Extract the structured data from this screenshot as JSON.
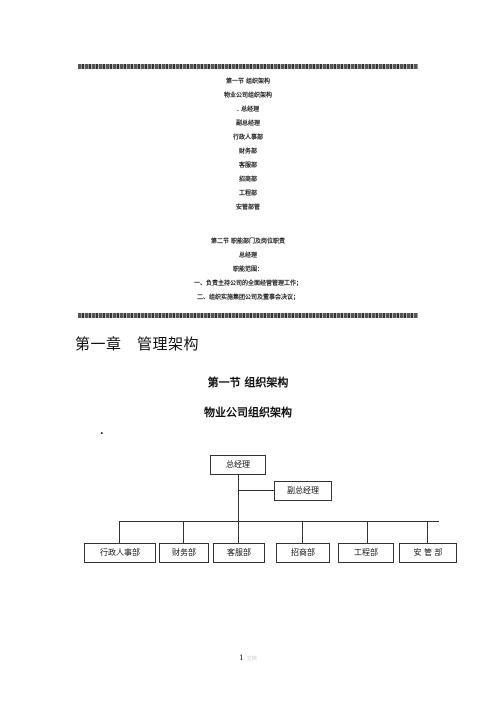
{
  "header_mark": "·",
  "toc": {
    "lines": [
      "第一节  组织架构",
      "物业公司组织架构",
      ". 总经理",
      "副总经理",
      "行政人事部",
      "财务部",
      "客服部",
      "招商部",
      "工程部",
      "安管部管"
    ],
    "lines2": [
      "第二节  职能部门及岗位职责",
      "总经理",
      "职能范围：",
      "一、负责主持公司的全面经营管理工作；",
      "二、组织实施集团公司及董事会决议；"
    ]
  },
  "chapter_title": "第一章　管理架构",
  "section_title": "第一节  组织架构",
  "org_title": "物业公司组织架构",
  "dot": ".",
  "org_chart": {
    "ceo": "总经理",
    "deputy": "副总经理",
    "departments": [
      "行政人事部",
      "财务部",
      "客服部",
      "招商部",
      "工程部",
      "安 管 部"
    ]
  },
  "page_number": "1",
  "page_footer_faint": "文档"
}
